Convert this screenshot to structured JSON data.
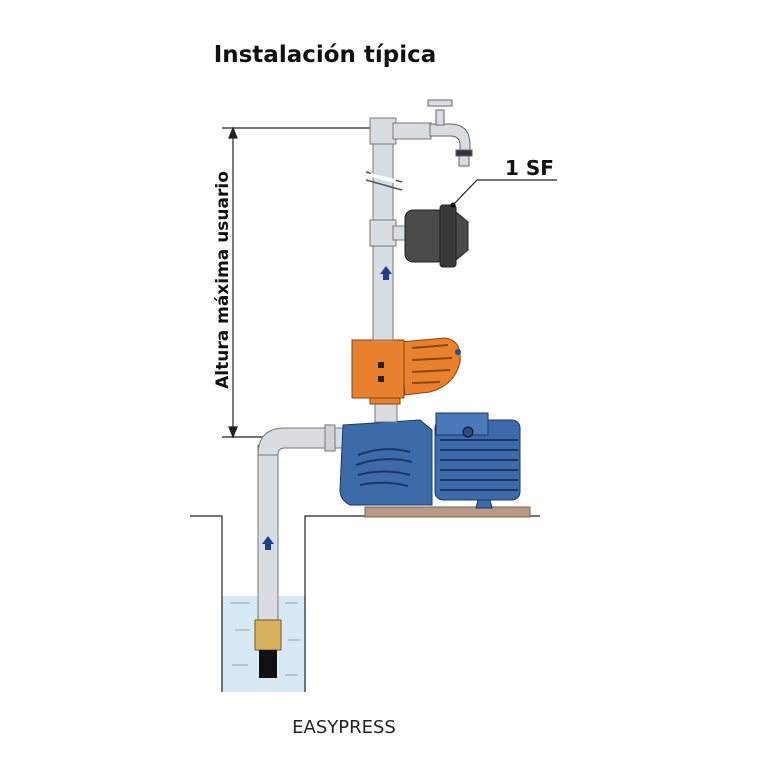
{
  "title": "Instalación típica",
  "dimension_label": "Altura máxima usuario",
  "callout_label": "1 SF",
  "caption": "EASYPRESS",
  "colors": {
    "pump_blue": "#3d6aa8",
    "controller_orange": "#e8802e",
    "filter_gray": "#4a4a4a",
    "pipe": "#d9dde2",
    "water": "#d6e9f4",
    "base": "#b89a88",
    "flow_arrow": "#1f3f8f"
  }
}
